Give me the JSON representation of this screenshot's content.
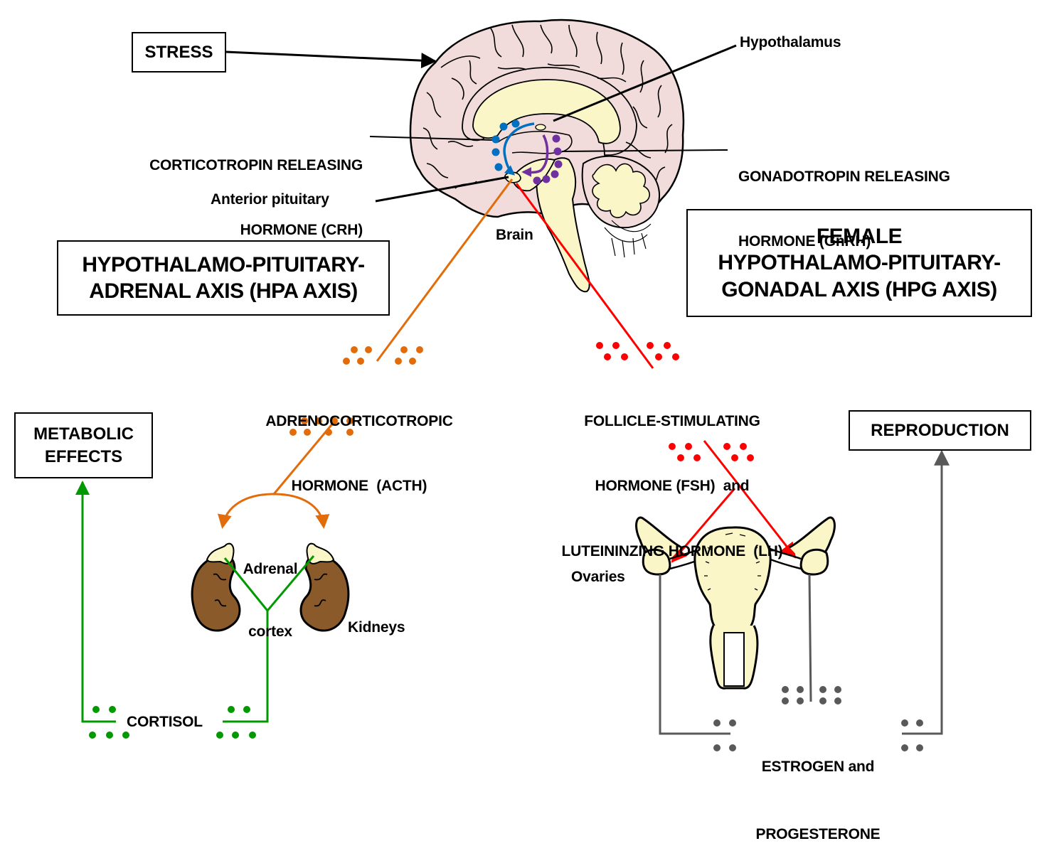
{
  "title": "Hypothalamo-pituitary axes: HPA and female HPG",
  "colors": {
    "hpa_acth": "#E36C0A",
    "crh": "#0070C0",
    "gnrh": "#7030A0",
    "fsh_lh": "#FF0000",
    "cortisol": "#009900",
    "sex_steroids": "#595959",
    "brain_fill": "#F2DCDB",
    "inner_fill": "#FAF6C8",
    "kidney_fill": "#8B5A2B"
  },
  "boxes": {
    "stress": "STRESS",
    "hpa_axis": [
      "HYPOTHALAMO-PITUITARY-",
      "ADRENAL AXIS  (HPA AXIS)"
    ],
    "hpg_axis": [
      "FEMALE",
      "HYPOTHALAMO-PITUITARY-",
      "GONADAL AXIS  (HPG AXIS)"
    ],
    "metabolic_effects": [
      "METABOLIC",
      "EFFECTS"
    ],
    "reproduction": "REPRODUCTION"
  },
  "labels": {
    "hypothalamus": "Hypothalamus",
    "crh": [
      "CORTICOTROPIN RELEASING",
      "HORMONE (CRH)"
    ],
    "gnrh": [
      "GONADOTROPIN RELEASING",
      "HORMONE (GnRH)"
    ],
    "anterior_pituitary": "Anterior pituitary",
    "brain": "Brain",
    "acth": [
      "ADRENOCORTICOTROPIC",
      "HORMONE  (ACTH)"
    ],
    "fsh_lh": [
      "FOLLICLE-STIMULATING",
      "HORMONE (FSH)  and",
      "LUTEININZING HORMONE  (LH)"
    ],
    "adrenal_cortex": [
      "Adrenal",
      "cortex"
    ],
    "kidneys": "Kidneys",
    "ovaries": "Ovaries",
    "cortisol": "CORTISOL",
    "estrogen_progesterone": [
      "ESTROGEN and",
      "PROGESTERONE"
    ]
  }
}
